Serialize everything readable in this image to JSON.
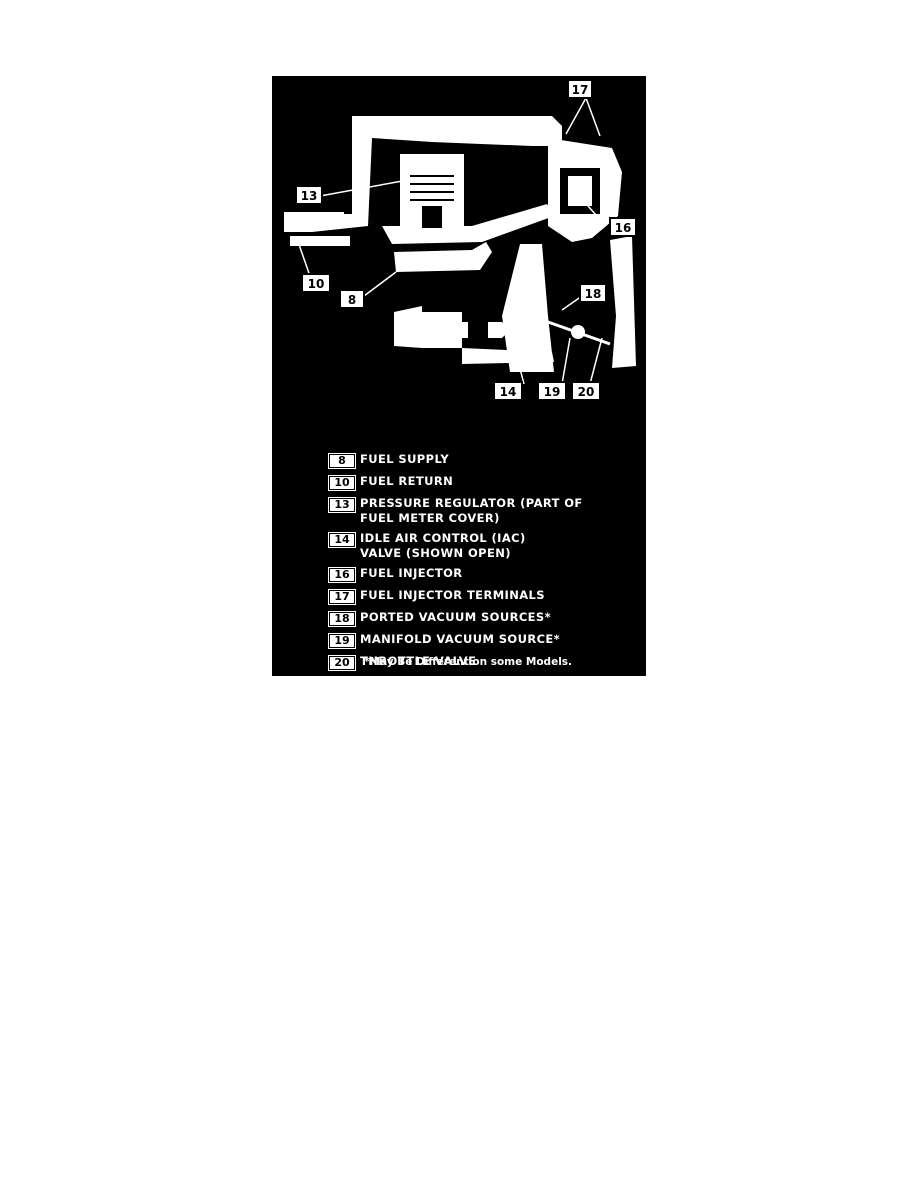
{
  "diagram": {
    "callouts": {
      "c8": "8",
      "c10": "10",
      "c13": "13",
      "c14": "14",
      "c16": "16",
      "c17": "17",
      "c18": "18",
      "c19": "19",
      "c20": "20"
    }
  },
  "legend": {
    "items": [
      {
        "number": "8",
        "label": "FUEL SUPPLY"
      },
      {
        "number": "10",
        "label": "FUEL RETURN"
      },
      {
        "number": "13",
        "label": "PRESSURE REGULATOR (PART OF\nFUEL METER COVER)"
      },
      {
        "number": "14",
        "label": "IDLE AIR CONTROL (IAC)\nVALVE (SHOWN OPEN)"
      },
      {
        "number": "16",
        "label": "FUEL INJECTOR"
      },
      {
        "number": "17",
        "label": "FUEL INJECTOR TERMINALS"
      },
      {
        "number": "18",
        "label": "PORTED VACUUM SOURCES*"
      },
      {
        "number": "19",
        "label": "MANIFOLD VACUUM SOURCE*"
      },
      {
        "number": "20",
        "label": "THROTTLE VALVE"
      }
    ],
    "footnote": "*May Be Different on some Models."
  }
}
